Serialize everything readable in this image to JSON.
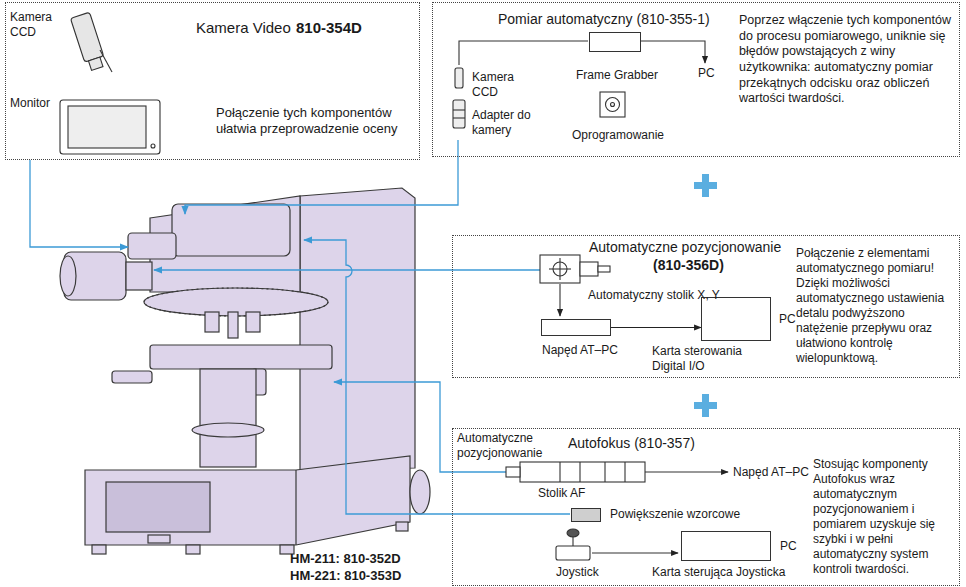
{
  "diagram": {
    "nodes": [
      {
        "text": [
          "Kamera Video",
          "810-354D",
          "Połączenie tych komponentów ułatwia przeprowadzenie oceny"
        ]
      },
      {
        "text": [
          "Pomiar automatyczny (810-355-1)",
          "Poprzez włączenie tych komponentów do procesu pomiarowego, uniknie się błędów powstających z winy użytkownika: automatyczny pomiar przekątnych odcisku oraz obliczeń wartości twardości."
        ]
      },
      {
        "text": [
          "Frame Grabber"
        ],
        "in": 1
      },
      {
        "text": [
          "Automatyczne pozycjonowanie",
          "(810-356D)",
          "Połączenie z elementami automatycznego pomiaru! Dzięki możliwości automatycznego ustawienia detalu podwyższono natężenie przepływu oraz ułatwiono kontrolę wielopunktową."
        ]
      },
      {
        "text": [
          "Napęd AT–PC"
        ],
        "in": 3
      },
      {
        "text": [
          "PC",
          "Karta sterowania Digital I/O"
        ],
        "in": 3
      },
      {
        "text": [
          "Autofokus (810-357)",
          "Stosując komponenty Autofokus wraz automatycznym pozycjonowaniem i pomiarem uzyskuje się szybki i w pełni automatyczny system kontroli twardości."
        ]
      },
      {
        "text": [
          "Powiększenie wzorcowe"
        ],
        "in": 6
      },
      {
        "text": [
          "PC",
          "Karta sterująca Joysticka"
        ],
        "in": 6
      }
    ],
    "edges": [
      {
        "from": 4,
        "to": 5,
        "arrow": "to"
      }
    ],
    "labels": [
      "Kamera CCD",
      "Monitor",
      "Kamera CCD",
      "Adapter do kamery",
      "Oprogramowanie",
      "PC",
      "Automatyczny stolik X, Y",
      "Automatyczne pozycjonowanie",
      "Stolik AF",
      "Napęd AT–PC",
      "Joystick",
      "HM-211: 810-352D",
      "HM-221: 810-353D"
    ]
  }
}
